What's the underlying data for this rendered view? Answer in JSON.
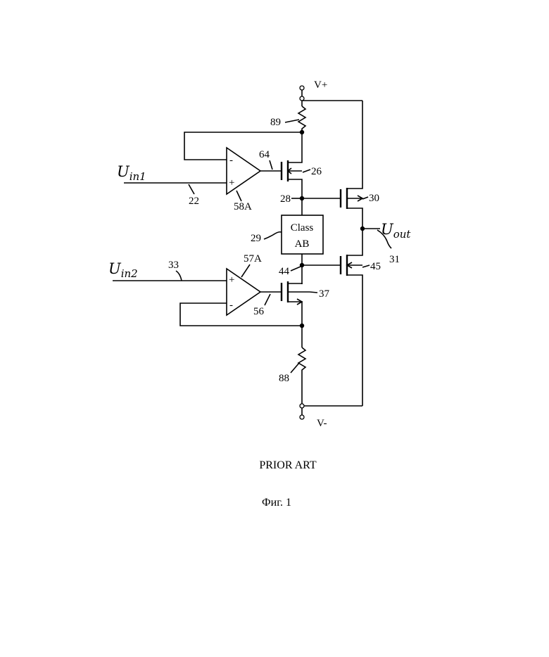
{
  "supply": {
    "vplus": "V+",
    "vminus": "V-"
  },
  "signals": {
    "uin1_main": "U",
    "uin1_sub": "in1",
    "uin2_main": "U",
    "uin2_sub": "in2",
    "uout_main": "U",
    "uout_sub": "out"
  },
  "refs": {
    "r89": "89",
    "r88": "88",
    "t26": "26",
    "t30": "30",
    "t37": "37",
    "t45": "45",
    "n28": "28",
    "n44": "44",
    "n29": "29",
    "n31": "31",
    "n22": "22",
    "n33": "33",
    "n64": "64",
    "n56": "56",
    "oa58": "58A",
    "oa57": "57A"
  },
  "opamp1": {
    "minus": "-",
    "plus": "+"
  },
  "opamp2": {
    "plus": "+",
    "minus": "-"
  },
  "classab": {
    "line1": "Class",
    "line2": "AB"
  },
  "caption": {
    "prior_art": "PRIOR ART",
    "figure": "Фиг. 1"
  }
}
